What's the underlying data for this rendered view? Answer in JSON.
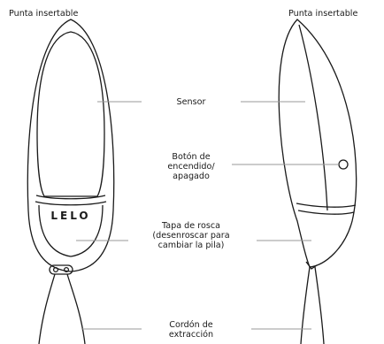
{
  "labels": {
    "insert_tip_left": "Punta insertable",
    "insert_tip_right": "Punta insertable",
    "sensor": "Sensor",
    "power_button": [
      "Botón de",
      "encendido/",
      "apagado"
    ],
    "screw_cap": [
      "Tapa de rosca",
      "(desenroscar para",
      "cambiar la pila)"
    ],
    "pull_cord": [
      "Cordón de",
      "extracción"
    ]
  },
  "brand": "LELO",
  "colors": {
    "outline": "#1a1a1a",
    "leader": "#9a9a9a",
    "background": "#ffffff"
  }
}
